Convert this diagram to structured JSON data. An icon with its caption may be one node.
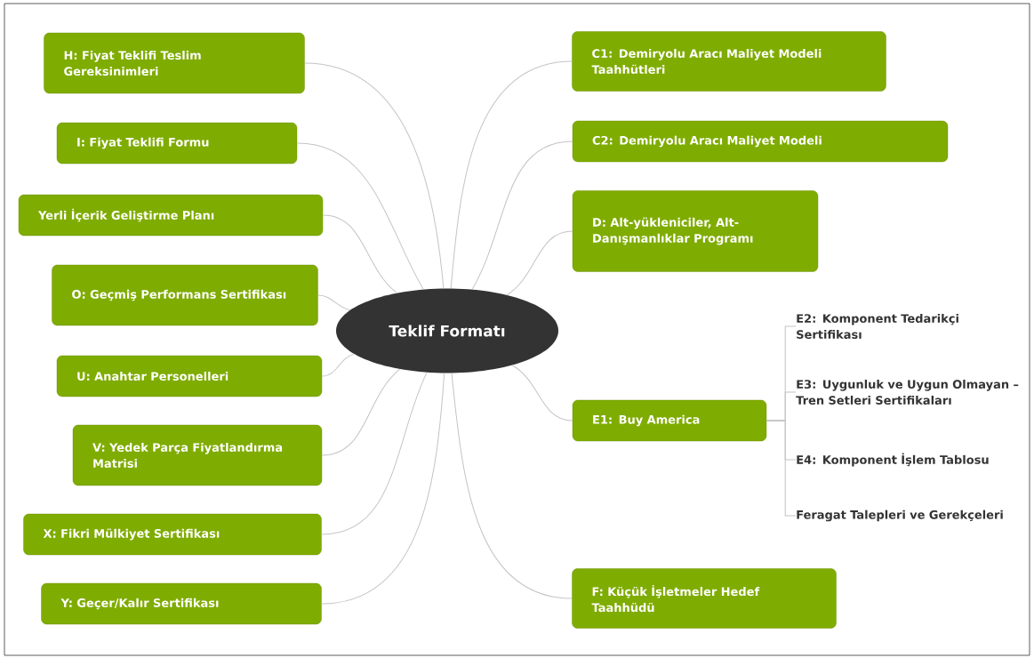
{
  "diagram": {
    "nodes": [
      {
        "text": [
          "Teklif Formatı"
        ]
      },
      {
        "text": [
          "H: Fiyat Teklifi Teslim Gereksinimleri"
        ]
      },
      {
        "text": [
          "I: Fiyat Teklifi Formu"
        ]
      },
      {
        "text": [
          "Yerli İçerik Geliştirme Planı"
        ]
      },
      {
        "text": [
          "O: Geçmiş Performans Sertifikası"
        ]
      },
      {
        "text": [
          "U: Anahtar Personelleri"
        ]
      },
      {
        "text": [
          "V: Yedek Parça Fiyatlandırma Matrisi"
        ]
      },
      {
        "text": [
          "X: Fikri Mülkiyet Sertifikası"
        ]
      },
      {
        "text": [
          "Y: Geçer/Kalır Sertifikası"
        ]
      },
      {
        "text": [
          "C1: Demiryolu Aracı Maliyet Modeli Taahhütleri"
        ]
      },
      {
        "text": [
          "C2: Demiryolu Aracı Maliyet Modeli"
        ]
      },
      {
        "text": [
          "D: Alt-yükleniciler, Alt-Danışmanlıklar Programı"
        ]
      },
      {
        "text": [
          "E1: Buy America"
        ]
      },
      {
        "text": [
          "E2: Komponent Tedarikçi Sertifikası"
        ]
      },
      {
        "text": [
          "E3: Uygunluk ve Uygun Olmayan – Tren Setleri Sertifikaları"
        ]
      },
      {
        "text": [
          "E4: Komponent İşlem Tablosu"
        ]
      },
      {
        "text": [
          "Feragat Talepleri ve Gerekçeleri"
        ]
      },
      {
        "text": [
          "F: Küçük İşletmeler Hedef Taahhüdü"
        ]
      }
    ],
    "edges": [
      {
        "from": 0,
        "to": 1,
        "arrow": "none"
      },
      {
        "from": 0,
        "to": 2,
        "arrow": "none"
      },
      {
        "from": 0,
        "to": 3,
        "arrow": "none"
      },
      {
        "from": 0,
        "to": 4,
        "arrow": "none"
      },
      {
        "from": 0,
        "to": 5,
        "arrow": "none"
      },
      {
        "from": 0,
        "to": 6,
        "arrow": "none"
      },
      {
        "from": 0,
        "to": 7,
        "arrow": "none"
      },
      {
        "from": 0,
        "to": 8,
        "arrow": "none"
      },
      {
        "from": 0,
        "to": 9,
        "arrow": "none"
      },
      {
        "from": 0,
        "to": 10,
        "arrow": "none"
      },
      {
        "from": 0,
        "to": 11,
        "arrow": "none"
      },
      {
        "from": 0,
        "to": 12,
        "arrow": "none"
      },
      {
        "from": 0,
        "to": 17,
        "arrow": "none"
      },
      {
        "from": 12,
        "to": 13,
        "arrow": "none"
      },
      {
        "from": 12,
        "to": 14,
        "arrow": "none"
      },
      {
        "from": 12,
        "to": 15,
        "arrow": "none"
      },
      {
        "from": 12,
        "to": 16,
        "arrow": "none"
      }
    ]
  }
}
